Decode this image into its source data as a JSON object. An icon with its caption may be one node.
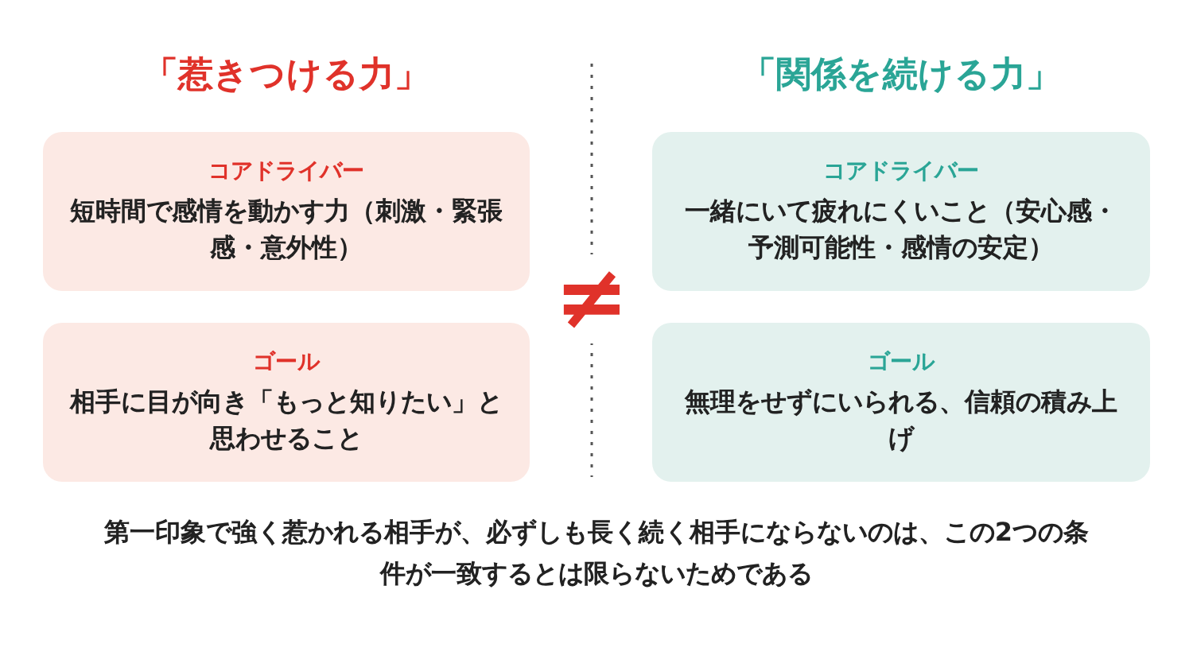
{
  "diagram": {
    "caption": "第一印象で強く惹かれる相手が、必ずしも長く続く相手にならないのは、この2つの条件が一致するとは限らないためである",
    "nodes": [
      {
        "text": [
          "コアドライバー",
          "短時間で感情を動かす力（刺激・緊張感・意外性）"
        ]
      },
      {
        "text": [
          "ゴール",
          "相手に目が向き「もっと知りたい」と思わせること"
        ]
      },
      {
        "text": [
          "コアドライバー",
          "一緒にいて疲れにくいこと（安心感・予測可能性・感情の安定）"
        ]
      },
      {
        "text": [
          "ゴール",
          "無理をせずにいられる、信頼の積み上げ"
        ]
      }
    ],
    "labels": [
      "「惹きつける力」",
      "「関係を続ける力」",
      "≠"
    ]
  }
}
